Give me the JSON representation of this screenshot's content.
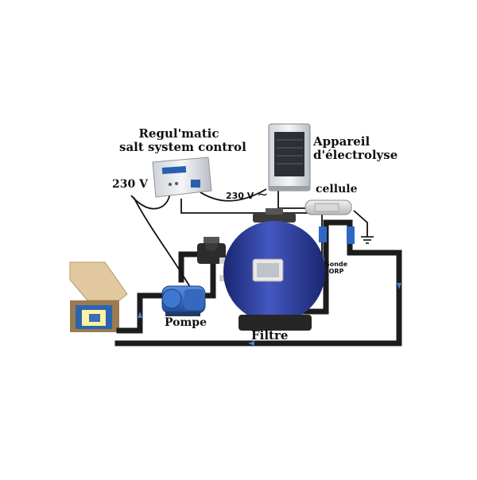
{
  "labels": {
    "controller_line1": "Regul'matic",
    "controller_line2": "salt system control",
    "voltage_left": "230 V",
    "voltage_mid": "230 V",
    "ac_symbol": "~",
    "electrolysis_line1": "Appareil",
    "electrolysis_line2": "d'électrolyse",
    "cell": "cellule",
    "orp_probe_line1": "Sonde",
    "orp_probe_line2": "ORP",
    "pump": "Pompe",
    "filter": "Filtre"
  },
  "colors": {
    "pipe": "#1c1c1c",
    "filter_tank": "#2f3f9c",
    "pump_body": "#2d5fb0",
    "flow_arrow": "#4a7fd0",
    "cable": "#111111"
  }
}
